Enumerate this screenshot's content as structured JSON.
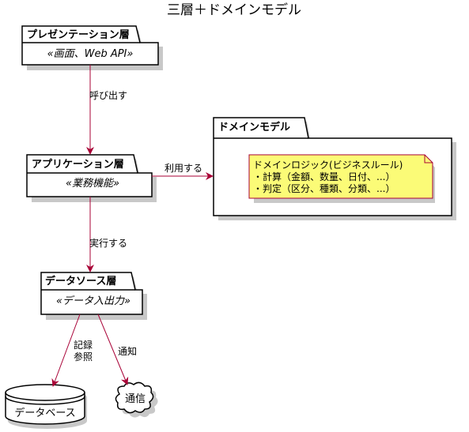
{
  "diagram": {
    "title": "三層＋ドメインモデル",
    "layers": {
      "presentation": {
        "name": "プレゼンテーション層",
        "stereotype": "«画面、Web API»"
      },
      "application": {
        "name": "アプリケーション層",
        "stereotype": "«業務機能»"
      },
      "datasource": {
        "name": "データソース層",
        "stereotype": "«データ入出力»"
      }
    },
    "domain": {
      "name": "ドメインモデル",
      "note_lines": [
        "ドメインロジック(ビジネスルール)",
        "・計算（金額、数量、日付、...）",
        "・判定（区分、種類、分類、...）"
      ]
    },
    "nodes": {
      "database": "データベース",
      "network": "通信"
    },
    "edges": {
      "call": "呼び出す",
      "use": "利用する",
      "execute": "実行する",
      "record_lines": [
        "記録",
        "参照"
      ],
      "notify": "通知"
    },
    "colors": {
      "edge": "#a80036",
      "note_fill": "#fbfb77",
      "note_border": "#a80036"
    }
  }
}
